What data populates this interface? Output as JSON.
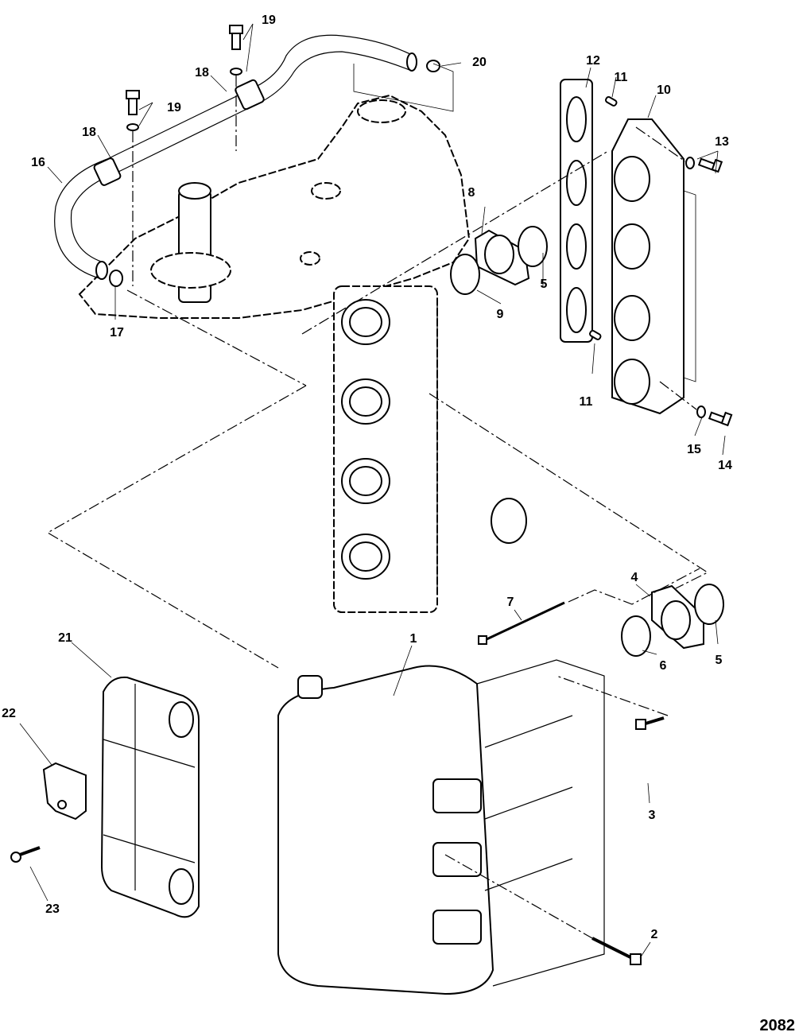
{
  "figure_number": "2082",
  "callouts": [
    {
      "id": "c1",
      "label": "1"
    },
    {
      "id": "c2",
      "label": "2"
    },
    {
      "id": "c3",
      "label": "3"
    },
    {
      "id": "c4",
      "label": "4"
    },
    {
      "id": "c5a",
      "label": "5"
    },
    {
      "id": "c5b",
      "label": "5"
    },
    {
      "id": "c6",
      "label": "6"
    },
    {
      "id": "c7",
      "label": "7"
    },
    {
      "id": "c8",
      "label": "8"
    },
    {
      "id": "c9",
      "label": "9"
    },
    {
      "id": "c10",
      "label": "10"
    },
    {
      "id": "c11a",
      "label": "11"
    },
    {
      "id": "c11b",
      "label": "11"
    },
    {
      "id": "c12",
      "label": "12"
    },
    {
      "id": "c13",
      "label": "13"
    },
    {
      "id": "c14",
      "label": "14"
    },
    {
      "id": "c15",
      "label": "15"
    },
    {
      "id": "c16",
      "label": "16"
    },
    {
      "id": "c17",
      "label": "17"
    },
    {
      "id": "c18a",
      "label": "18"
    },
    {
      "id": "c18b",
      "label": "18"
    },
    {
      "id": "c19a",
      "label": "19"
    },
    {
      "id": "c19b",
      "label": "19"
    },
    {
      "id": "c20",
      "label": "20"
    },
    {
      "id": "c21",
      "label": "21"
    },
    {
      "id": "c22",
      "label": "22"
    },
    {
      "id": "c23",
      "label": "23"
    }
  ]
}
